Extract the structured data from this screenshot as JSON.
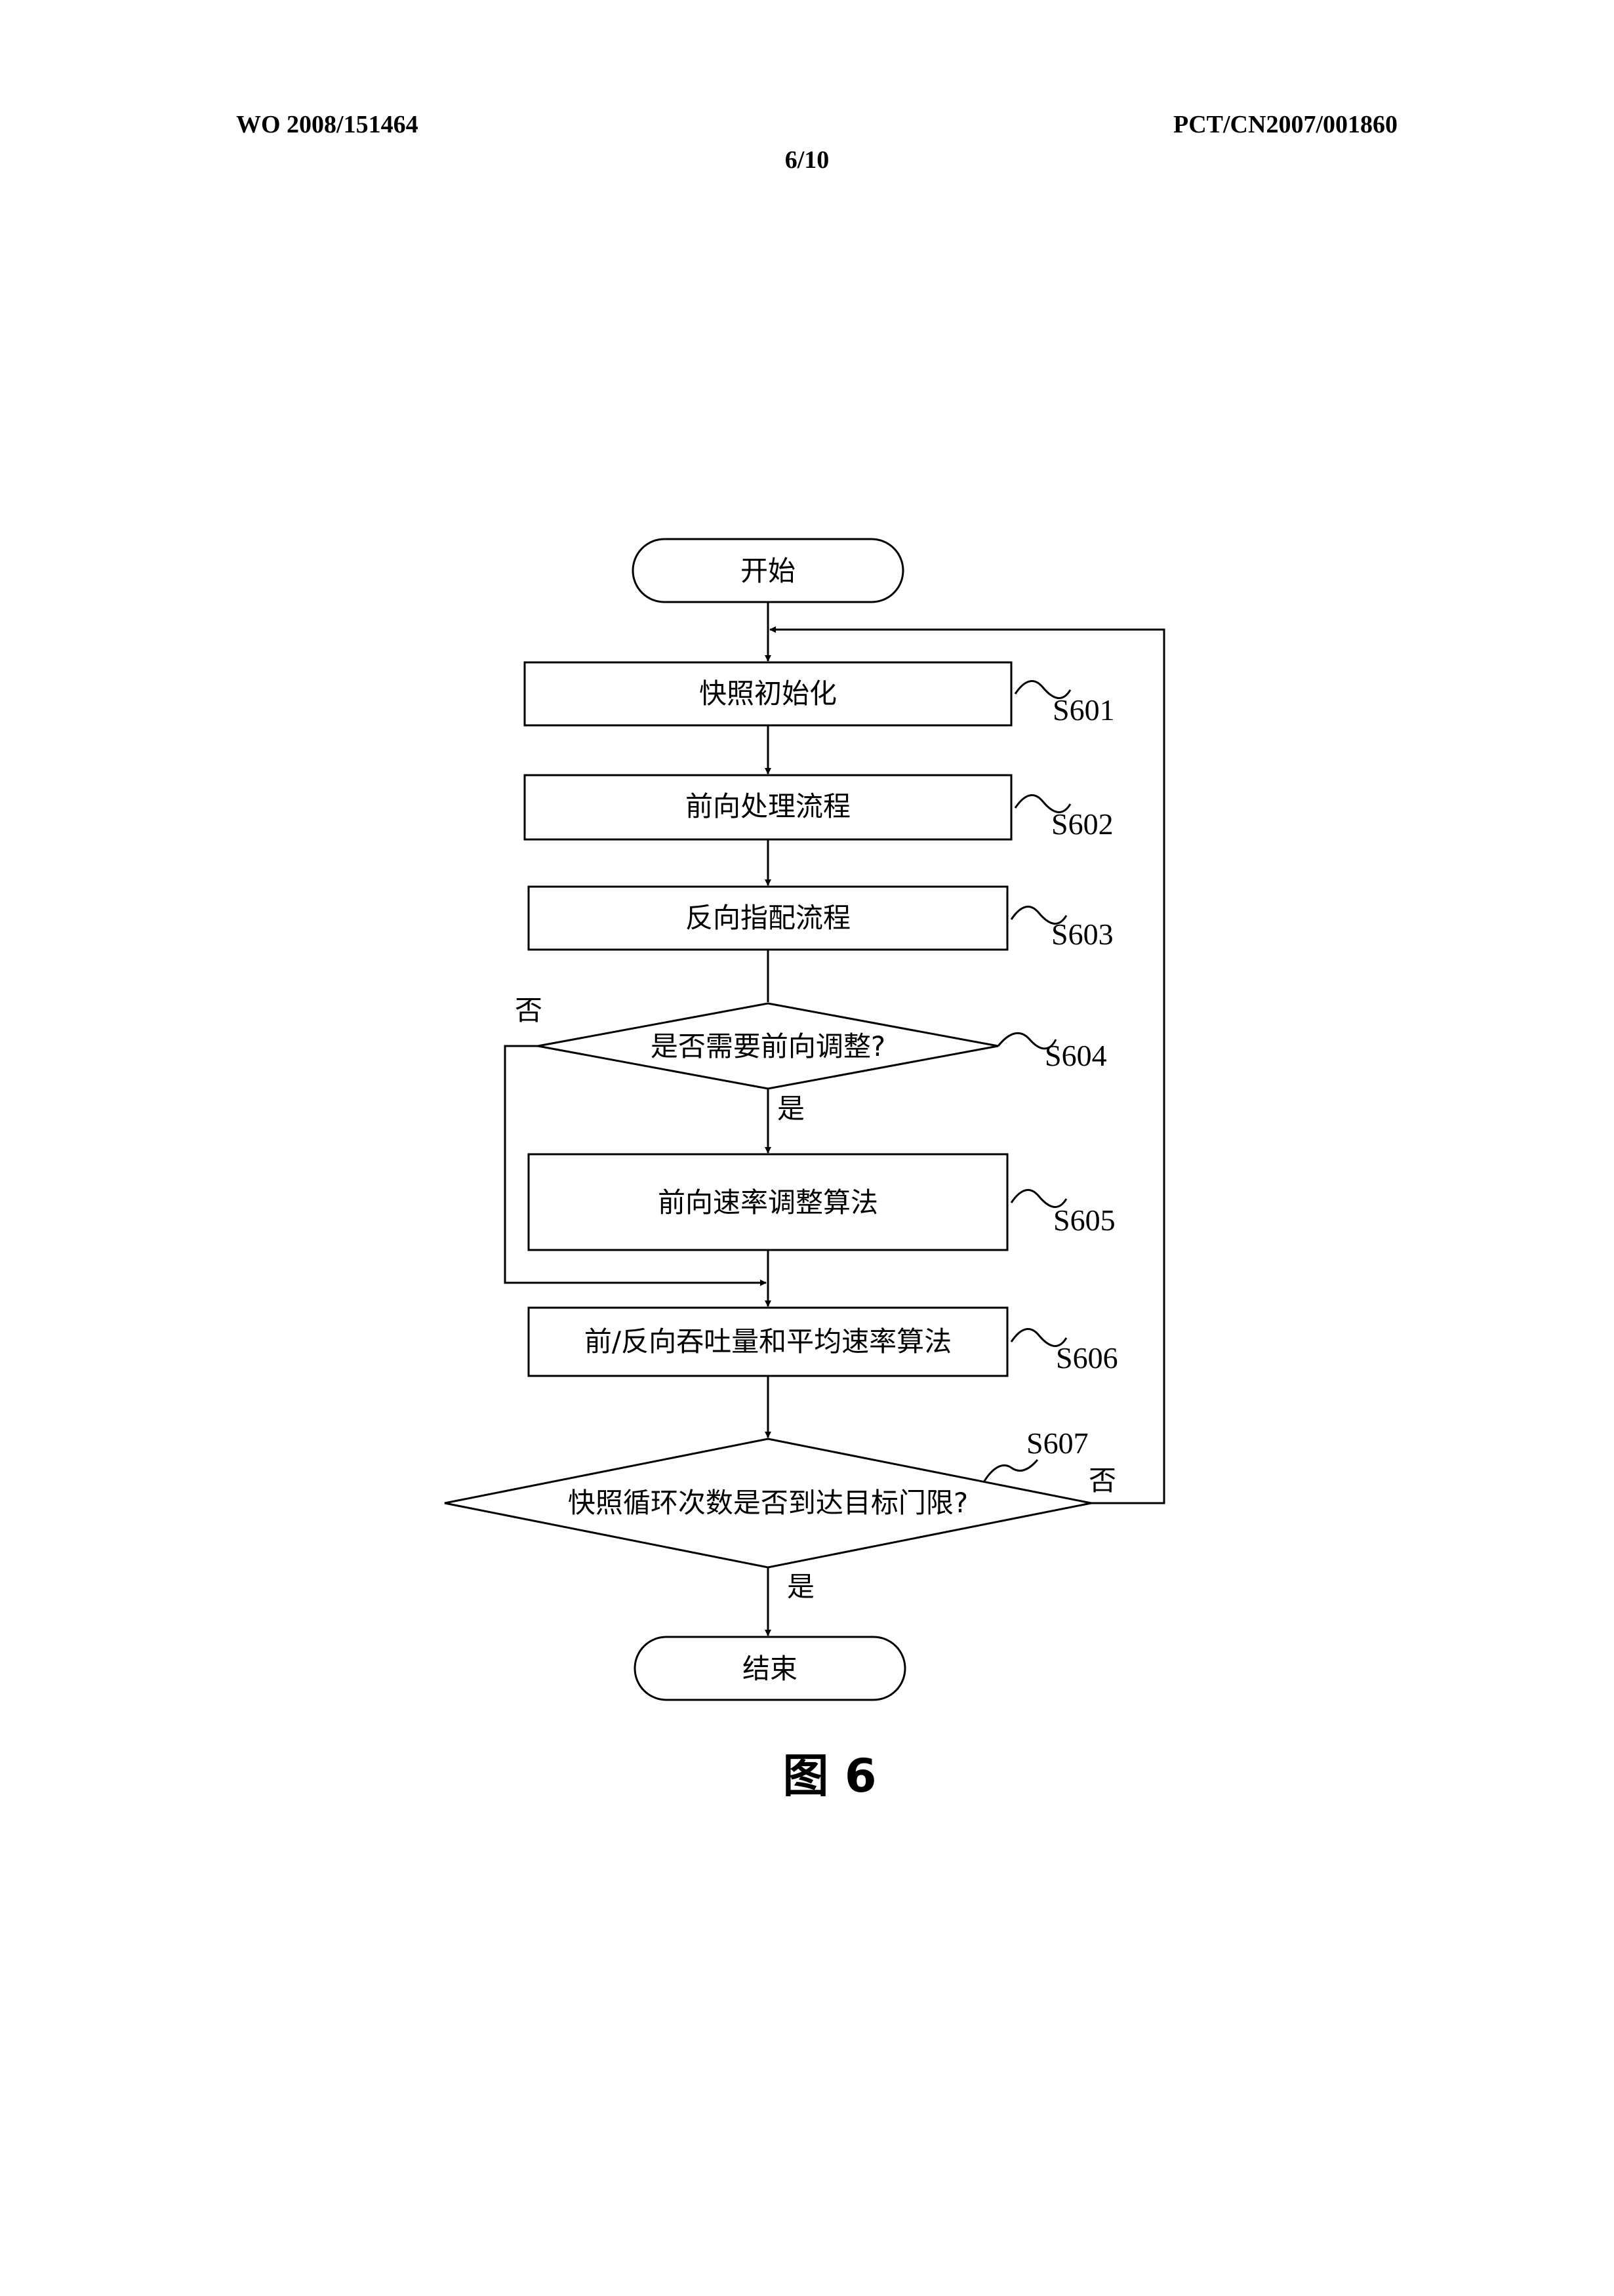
{
  "header": {
    "pub_number": "WO 2008/151464",
    "application_number": "PCT/CN2007/001860",
    "sheet": "6/10"
  },
  "flowchart": {
    "start": "开始",
    "end": "结束",
    "steps": [
      {
        "id": "S601",
        "text": "快照初始化"
      },
      {
        "id": "S602",
        "text": "前向处理流程"
      },
      {
        "id": "S603",
        "text": "反向指配流程"
      },
      {
        "id": "S604",
        "text": "是否需要前向调整?"
      },
      {
        "id": "S605",
        "text": "前向速率调整算法"
      },
      {
        "id": "S606",
        "text": "前/反向吞吐量和平均速率算法"
      },
      {
        "id": "S607",
        "text": "快照循环次数是否到达目标门限?"
      }
    ],
    "branch_labels": {
      "s604_no": "否",
      "s604_yes": "是",
      "s607_no": "否",
      "s607_yes": "是"
    }
  },
  "figure_caption": "图 6"
}
